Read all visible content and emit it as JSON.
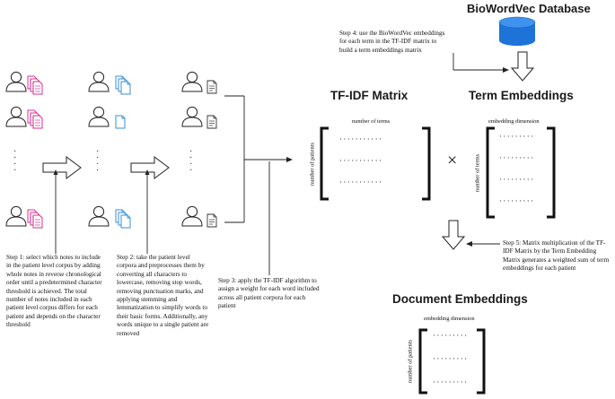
{
  "database": {
    "title": "BioWordVec Database"
  },
  "matrices": {
    "tfidf": {
      "title": "TF-IDF Matrix",
      "col_label": "number of terms",
      "row_label": "number of patients",
      "rows": [
        "···········",
        "···········",
        "···········"
      ]
    },
    "term_embeddings": {
      "title": "Term Embeddings",
      "col_label": "embedding dimension",
      "row_label": "number of terms",
      "rows": [
        "·········",
        "·········",
        "·········",
        "·········"
      ]
    },
    "document_embeddings": {
      "title": "Document Embeddings",
      "col_label": "embedding dimension",
      "row_label": "number of patients",
      "rows": [
        "·········",
        "·········",
        "·········"
      ]
    },
    "multiply_symbol": "×"
  },
  "steps": {
    "step1": "Step 1: select which notes to include in the patient level corpus by adding whole notes in reverse chronological order until a predetermined character threshold is achieved. The total number of notes included in each patient level corpus differs for each patient and depends on the character threshold",
    "step2": "Step 2: take the patient level corpora and preprocesses them by converting all characters to lowercase, removing stop words, removing punctuation marks, and applying stemming and lemmatization to simplify words to their basic forms. Additionally, any words unique to a single patient are removed",
    "step3": "Step 3: apply the TF-IDF algorithm to assign a weight for each word included across all patient corpora for each patient",
    "step4": "Step 4: use the BioWordVec embeddings for each term in the TF-IDF matrix to build a term embeddings matrix",
    "step5": "Step 5: Matrix multiplication of the TF-IDF Matrix by the Term Embedding Matrix generates a weighted sum of term embeddings for each patient"
  },
  "icons": [
    "user-icon",
    "stacked-notes-icon",
    "single-note-icon",
    "document-icon",
    "database-icon",
    "arrow-icon"
  ],
  "colors": {
    "notes_magenta": "#d4308e",
    "notes_blue": "#3a8fd9",
    "database_blue": "#1e73d8",
    "ink": "#111111"
  },
  "vertical_ellipsis": "·\n·\n·\n·"
}
